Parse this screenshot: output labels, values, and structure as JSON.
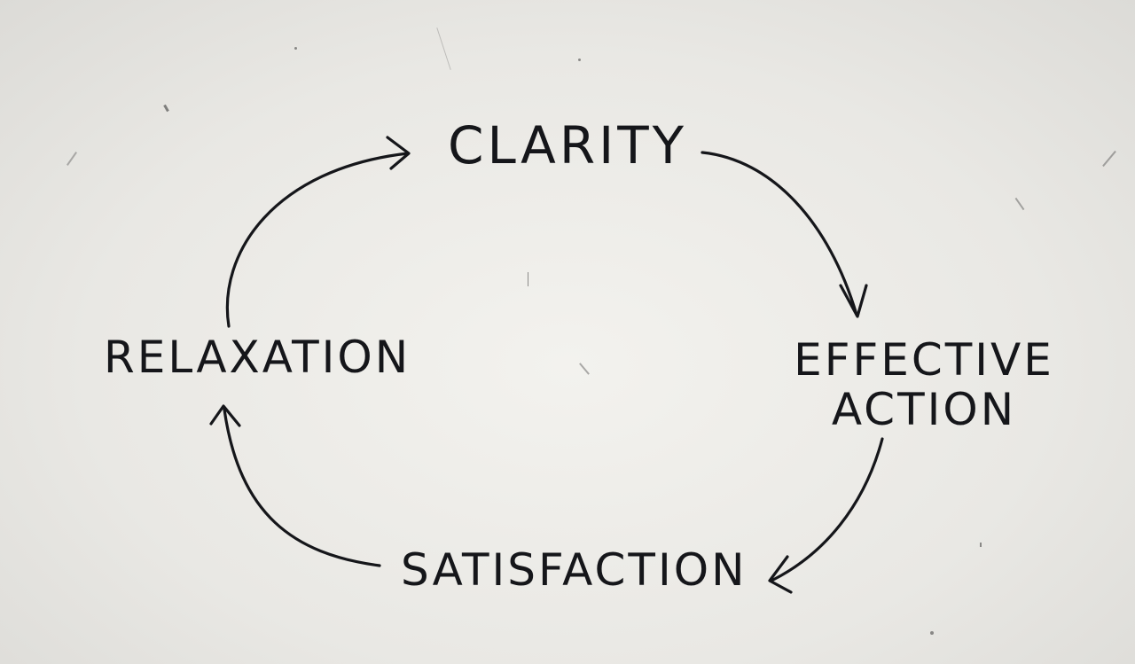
{
  "diagram": {
    "nodes": {
      "clarity": "CLARITY",
      "effective_action_line1": "EFFECTIVE",
      "effective_action_line2": "ACTION",
      "satisfaction": "SATISFACTION",
      "relaxation": "RELAXATION"
    },
    "edges": [
      {
        "from": "clarity",
        "to": "effective_action"
      },
      {
        "from": "effective_action",
        "to": "satisfaction"
      },
      {
        "from": "satisfaction",
        "to": "relaxation"
      },
      {
        "from": "relaxation",
        "to": "clarity"
      }
    ],
    "ink_color": "#15161a",
    "paper_color": "#ecebe7"
  }
}
